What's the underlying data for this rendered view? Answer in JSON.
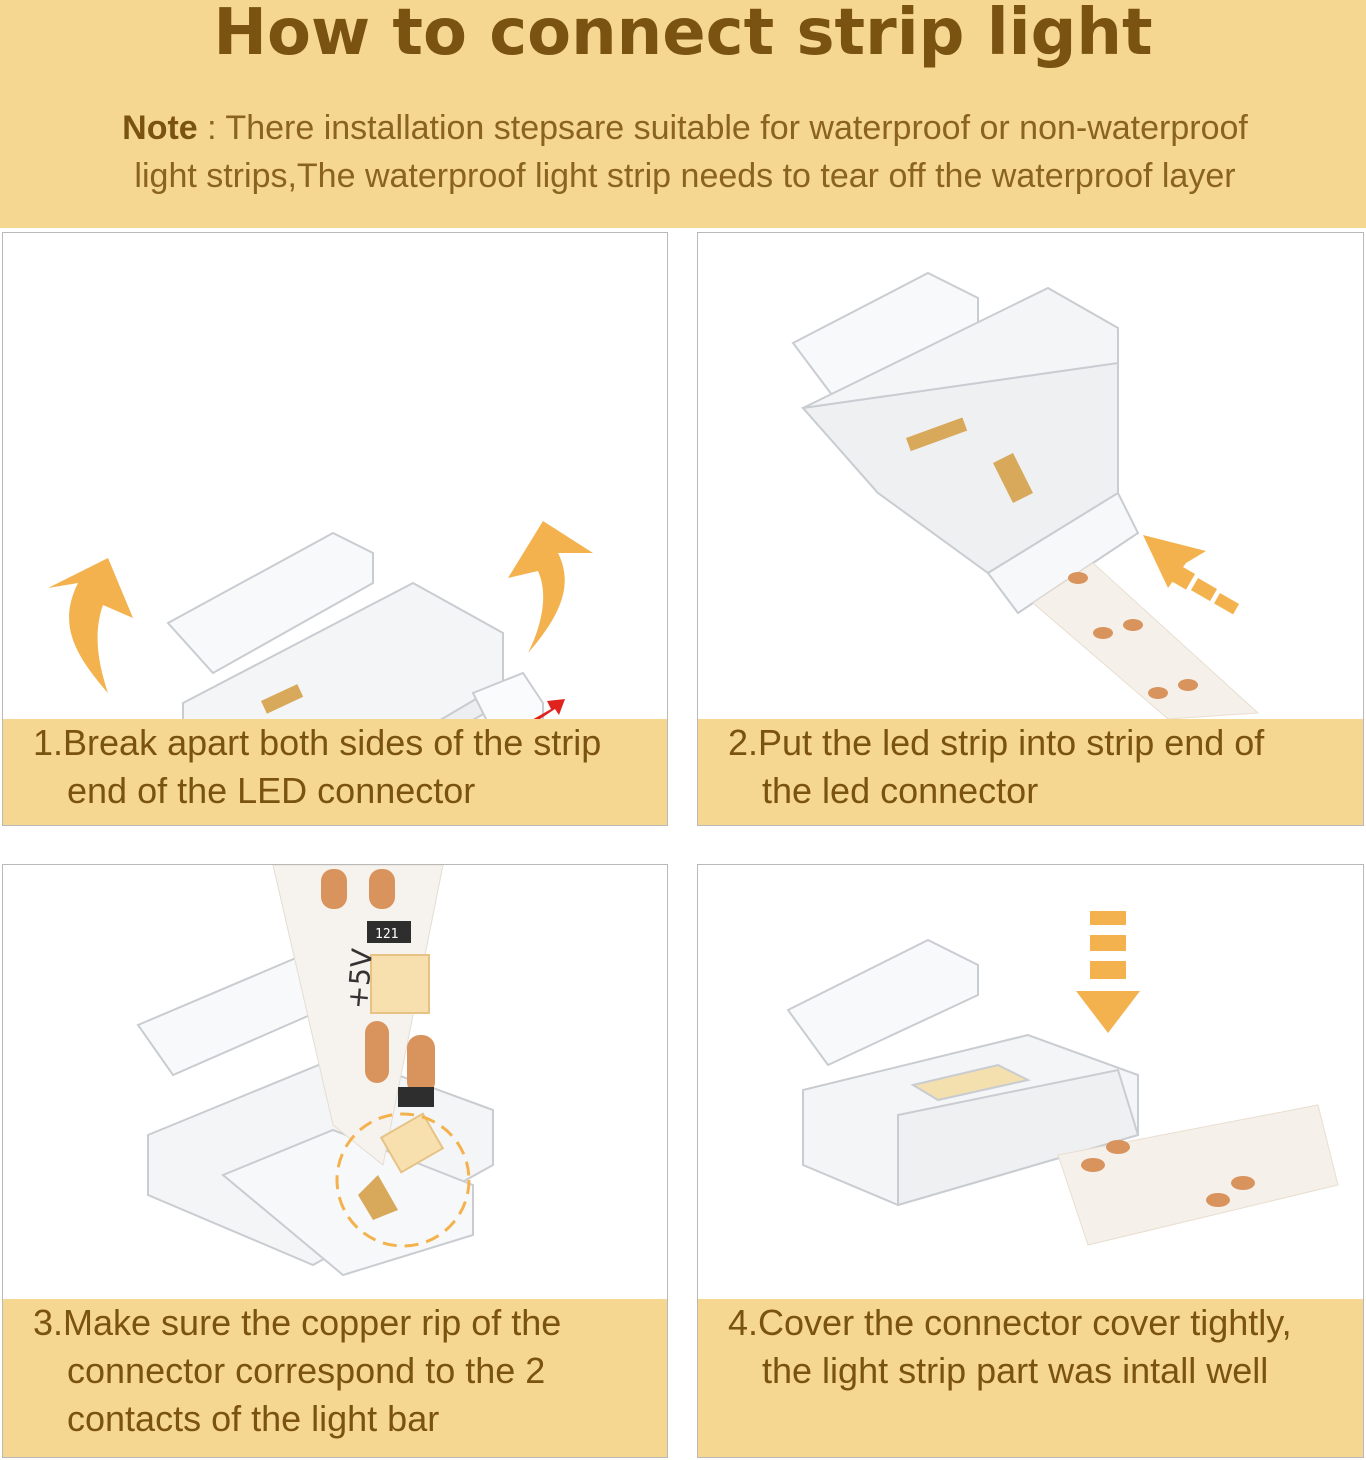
{
  "header": {
    "title": "How to connect strip light",
    "note_label": "Note",
    "note_text": " : There installation stepsare suitable for waterproof or non-waterproof",
    "note_text_2": "light strips,The waterproof light strip needs to tear off the waterproof layer"
  },
  "steps": [
    {
      "line1": "1.Break apart both sides of the strip",
      "line2": "end of the LED connector"
    },
    {
      "line1": "2.Put the led strip into strip end of",
      "line2": "the led connector"
    },
    {
      "line1": "3.Make sure the copper rip of the",
      "line2": "connector correspond to the 2",
      "line3": "contacts of the light bar"
    },
    {
      "line1": "4.Cover the connector cover tightly,",
      "line2": "the light strip part was intall well"
    }
  ],
  "strip_markings": {
    "voltage": "+5V",
    "resistor": "121"
  },
  "colors": {
    "accent": "#f6d792",
    "title": "#7a5212",
    "arrow": "#f3b24e",
    "red_arrow": "#e0231e",
    "copper": "#d9935c"
  }
}
